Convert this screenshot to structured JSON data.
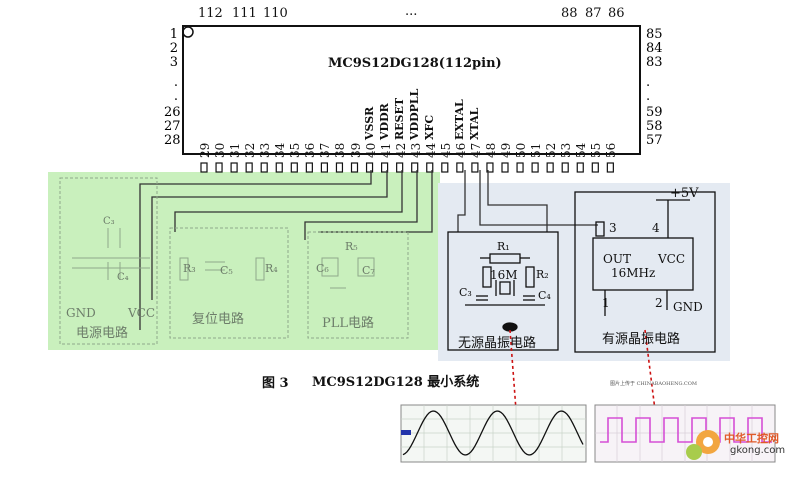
{
  "chip": {
    "name": "MC9S12DG128(112pin)",
    "top_pins": [
      "112",
      "111",
      "110",
      "...",
      "88",
      "87",
      "86"
    ],
    "left_pins": [
      "1",
      "2",
      "3",
      ".",
      ".",
      "26",
      "27",
      "28"
    ],
    "right_pins": [
      "85",
      "84",
      "83",
      ".",
      ".",
      "59",
      "58",
      "57"
    ],
    "bottom_pins": [
      "29",
      "30",
      "31",
      "32",
      "33",
      "34",
      "35",
      "36",
      "37",
      "38",
      "39",
      "40",
      "41",
      "42",
      "43",
      "44",
      "45",
      "46",
      "47",
      "48",
      "49",
      "50",
      "51",
      "52",
      "53",
      "54",
      "55",
      "56"
    ],
    "signal_names": [
      "VSSR",
      "VDDR",
      "RESET",
      "VDDPLL",
      "XFC",
      "EXTAL",
      "XTAL"
    ]
  },
  "blocks": {
    "power": {
      "title": "电源电路",
      "gnd": "GND",
      "vcc": "VCC",
      "c3": "C₃",
      "c4": "C₄"
    },
    "reset": {
      "title": "复位电路",
      "r3": "R₃",
      "c5": "C₅",
      "r4": "R₄"
    },
    "pll": {
      "title": "PLL电路",
      "rs": "R₅",
      "c6": "C₆",
      "c7": "C₇"
    },
    "passive": {
      "title": "无源晶振电路",
      "r1": "R₁",
      "r2": "R₂",
      "freq": "16M",
      "c3": "C₃",
      "c4": "C₄"
    },
    "active": {
      "title": "有源晶振电路",
      "out": "OUT",
      "vcc": "VCC",
      "freq": "16MHz",
      "gnd": "GND",
      "plus5": "+5V",
      "p1": "1",
      "p2": "2",
      "p3": "3",
      "p4": "4"
    }
  },
  "caption": {
    "label": "图 3",
    "text": "MC9S12DG128 最小系统"
  },
  "small_caption": "图片上传于 CHINABAOHENG.COM",
  "watermark": {
    "main": "中华工控网",
    "sub": "gkong.com"
  },
  "colors": {
    "green_zone": "#c9f0bd",
    "blue_zone": "#dfe6f0",
    "red_arrow": "#cc1111",
    "pink_wave": "#d64fd6"
  }
}
